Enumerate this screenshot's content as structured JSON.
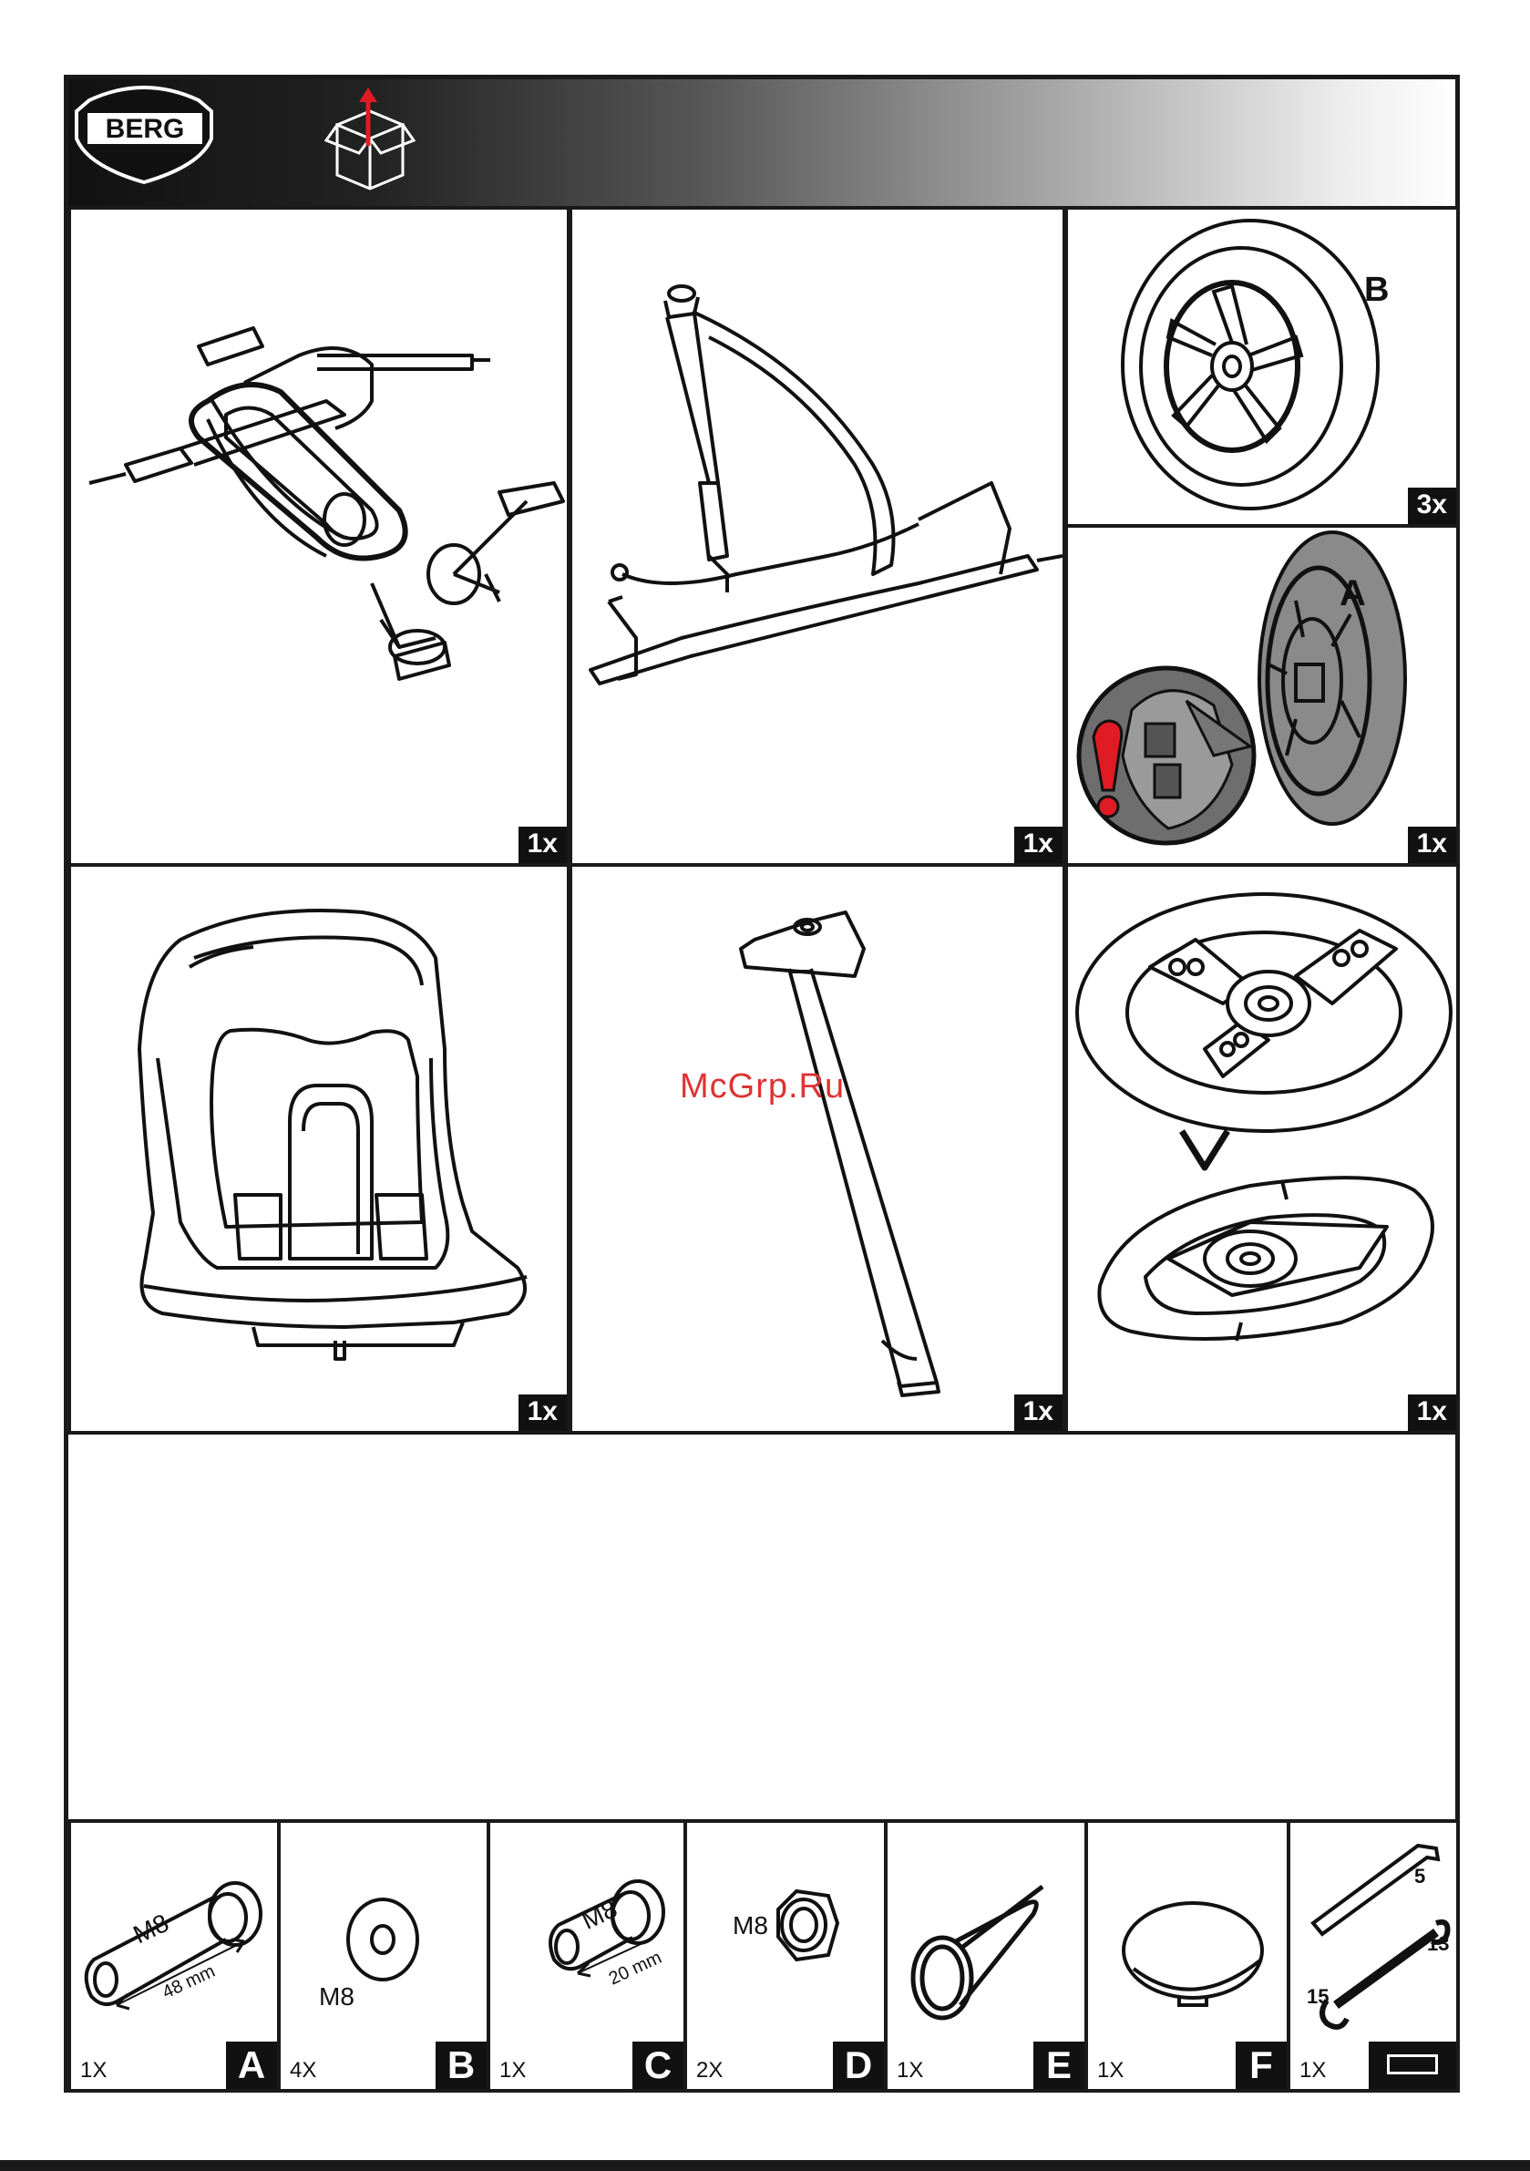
{
  "header": {
    "brand": "BERG",
    "icon": "unbox-icon"
  },
  "parts": [
    {
      "qty": "1x",
      "name": "frame-rear"
    },
    {
      "qty": "1x",
      "name": "frame-front"
    },
    {
      "qty": "3x",
      "label": "B",
      "name": "wheel-b"
    },
    {
      "qty": "1x",
      "label": "A",
      "name": "wheel-a"
    },
    {
      "qty": "1x",
      "name": "seat"
    },
    {
      "qty": "1x",
      "name": "flag-pole"
    },
    {
      "qty": "1x",
      "name": "steering-wheel"
    }
  ],
  "watermark": "McGrp.Ru",
  "hardware": [
    {
      "letter": "A",
      "qty": "1X",
      "spec": "M8",
      "dim": "48 mm"
    },
    {
      "letter": "B",
      "qty": "4X",
      "spec": "M8"
    },
    {
      "letter": "C",
      "qty": "1X",
      "spec": "M8",
      "dim": "20 mm"
    },
    {
      "letter": "D",
      "qty": "2X",
      "spec": "M8"
    },
    {
      "letter": "E",
      "qty": "1X"
    },
    {
      "letter": "F",
      "qty": "1X"
    },
    {
      "qty": "1X",
      "sizes": [
        "5",
        "13",
        "15"
      ]
    }
  ],
  "colors": {
    "warning": "#e01b24",
    "wheel_a_fill": "#8a8a8a"
  }
}
